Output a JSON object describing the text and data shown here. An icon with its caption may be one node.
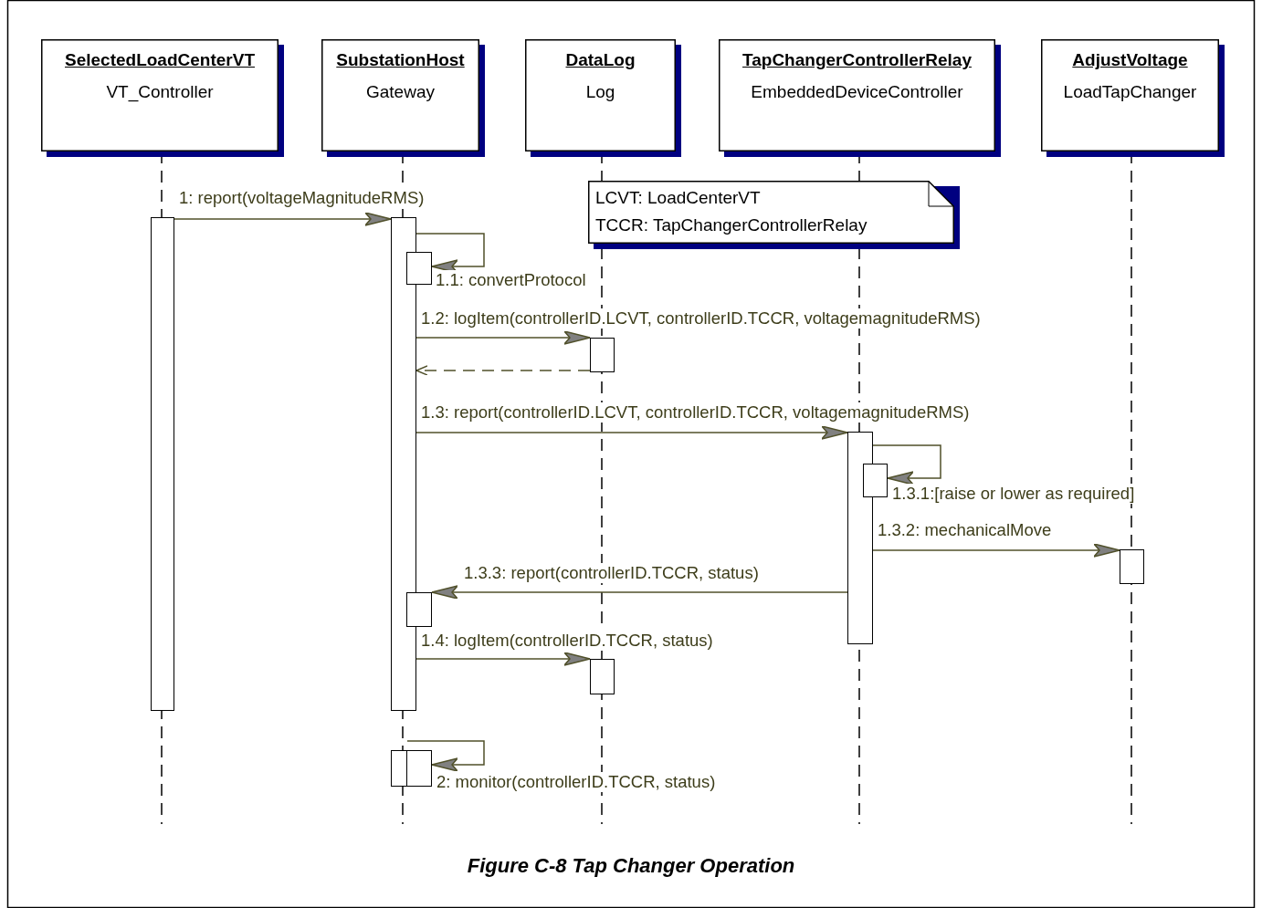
{
  "diagram": {
    "caption": "Figure C-8 Tap Changer Operation",
    "nodes": [
      {
        "text": [
          "SelectedLoadCenterVT",
          "VT_Controller"
        ]
      },
      {
        "text": [
          "SubstationHost",
          "Gateway"
        ]
      },
      {
        "text": [
          "DataLog",
          "Log"
        ]
      },
      {
        "text": [
          "TapChangerControllerRelay",
          "EmbeddedDeviceController"
        ]
      },
      {
        "text": [
          "AdjustVoltage",
          "LoadTapChanger"
        ]
      },
      {
        "text": [
          "LCVT: LoadCenterVT",
          "TCCR: TapChangerControllerRelay"
        ]
      },
      {
        "text": [],
        "shape": "bar"
      },
      {
        "text": [],
        "shape": "bar"
      },
      {
        "text": [],
        "shape": "bar"
      },
      {
        "text": [],
        "shape": "bar"
      },
      {
        "text": [],
        "shape": "bar"
      },
      {
        "text": [],
        "shape": "bar"
      },
      {
        "text": [],
        "shape": "bar"
      },
      {
        "text": [],
        "shape": "bar"
      },
      {
        "text": [],
        "shape": "bar"
      },
      {
        "text": [],
        "shape": "bar"
      },
      {
        "text": [],
        "shape": "bar"
      }
    ],
    "edges": [
      {
        "from": 6,
        "to": 7,
        "arrow": "to",
        "label": "1: report(voltageMagnitudeRMS)"
      },
      {
        "from": 7,
        "to": 8,
        "arrow": "to",
        "label": "1.1: convertProtocol"
      },
      {
        "from": 7,
        "to": 9,
        "arrow": "to",
        "label": "1.2: logItem(controllerID.LCVT, controllerID.TCCR, voltagemagnitudeRMS)"
      },
      {
        "from": 9,
        "to": 7,
        "arrow": "to",
        "style": "dashed"
      },
      {
        "from": 7,
        "to": 10,
        "arrow": "to",
        "label": "1.3: report(controllerID.LCVT, controllerID.TCCR, voltagemagnitudeRMS)"
      },
      {
        "from": 10,
        "to": 11,
        "arrow": "to",
        "label": "1.3.1:[raise or lower as required]"
      },
      {
        "from": 10,
        "to": 12,
        "arrow": "to",
        "label": "1.3.2: mechanicalMove"
      },
      {
        "from": 10,
        "to": 13,
        "arrow": "to",
        "label": "1.3.3: report(controllerID.TCCR, status)"
      },
      {
        "from": 7,
        "to": 14,
        "arrow": "to",
        "label": "1.4: logItem(controllerID.TCCR, status)"
      },
      {
        "from": 15,
        "to": 16,
        "arrow": "to",
        "label": "2: monitor(controllerID.TCCR, status)"
      }
    ]
  }
}
